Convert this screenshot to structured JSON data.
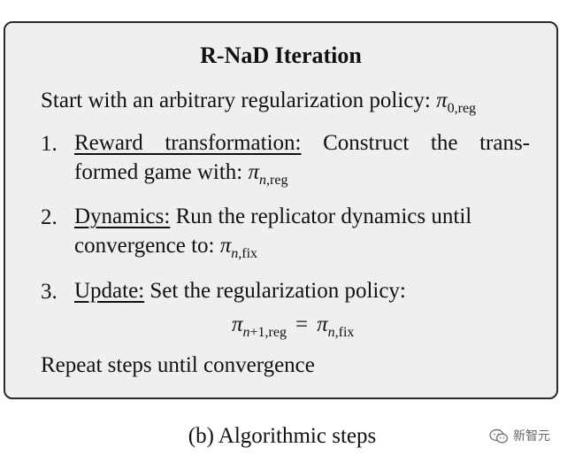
{
  "box": {
    "title": "R-NaD Iteration",
    "intro": "Start with an arbitrary regularization policy:",
    "intro_symbol": "π",
    "intro_sub": "0,reg"
  },
  "steps": [
    {
      "number": "1.",
      "heading": "Reward transformation:",
      "line1_text": "Construct the trans-",
      "line2_text": "formed game with:",
      "symbol": "π",
      "sub_var": "n",
      "sub_rest": ",reg"
    },
    {
      "number": "2.",
      "heading": "Dynamics:",
      "line1_text": "Run the replicator dynamics until",
      "line2_text": "convergence to:",
      "symbol": "π",
      "sub_var": "n",
      "sub_rest": ",fix"
    },
    {
      "number": "3.",
      "heading": "Update:",
      "line1_text": "Set the regularization policy:",
      "equation": {
        "lhs_symbol": "π",
        "lhs_sub_var": "n",
        "lhs_sub_rest": "+1,reg",
        "equals": "=",
        "rhs_symbol": "π",
        "rhs_sub_var": "n",
        "rhs_sub_rest": ",fix"
      }
    }
  ],
  "repeat_text": "Repeat steps until convergence",
  "caption": "(b) Algorithmic steps",
  "watermark": {
    "text": "新智元",
    "icon": "wechat-icon"
  }
}
